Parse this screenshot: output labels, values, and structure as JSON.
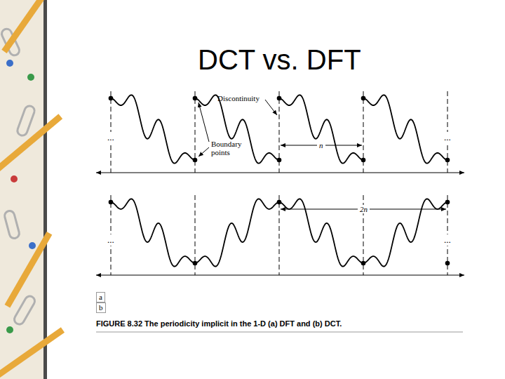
{
  "diagram": {
    "title": "DCT vs. DFT",
    "caption": "FIGURE 8.32 The periodicity implicit in the 1-D (a) DFT and (b) DCT.",
    "labels": [
      "Discontinuity",
      "Boundary points",
      "n",
      "2n",
      "...",
      "...",
      "...",
      "...",
      "a",
      "b"
    ]
  }
}
